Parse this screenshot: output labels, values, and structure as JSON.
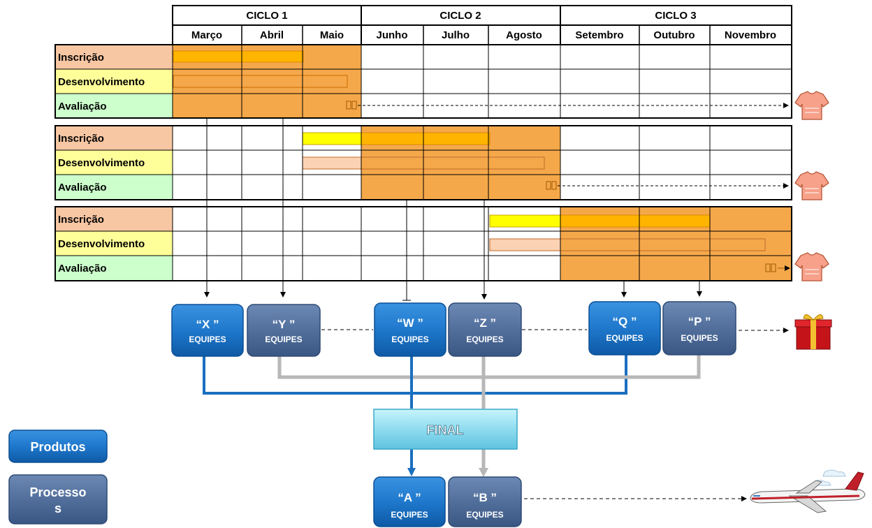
{
  "cycles": [
    "CICLO 1",
    "CICLO 2",
    "CICLO 3"
  ],
  "months": [
    "Março",
    "Abril",
    "Maio",
    "Junho",
    "Julho",
    "Agosto",
    "Setembro",
    "Outubro",
    "Novembro"
  ],
  "phases": [
    "Inscrição",
    "Desenvolvimento",
    "Avaliação"
  ],
  "teams": [
    {
      "letter": "“X ”",
      "label": "EQUIPES"
    },
    {
      "letter": "“Y ”",
      "label": "EQUIPES"
    },
    {
      "letter": "“W ”",
      "label": "EQUIPES"
    },
    {
      "letter": "“Z ”",
      "label": "EQUIPES"
    },
    {
      "letter": "“Q ”",
      "label": "EQUIPES"
    },
    {
      "letter": "“P ”",
      "label": "EQUIPES"
    }
  ],
  "final_label": "FINAL",
  "final_teams": [
    {
      "letter": "“A ”",
      "label": "EQUIPES"
    },
    {
      "letter": "“B ”",
      "label": "EQUIPES"
    }
  ],
  "legend": {
    "products": "Produtos",
    "processes_line1": "Processo",
    "processes_line2": "s"
  },
  "colors": {
    "inscricao": "#f7c6a3",
    "desenvolvimento": "#ffff99",
    "avaliacao": "#ccffcc",
    "cycle_shade": "#f5a84a",
    "bar_orange": "#ffb400",
    "bar_yellow": "#ffff00",
    "bar_peach": "#fbd2b3",
    "blue_box": "#1a6fc0",
    "slate_box": "#4a6a9a",
    "final_box": "#9fe6f5"
  },
  "icons": [
    "shirt-icon",
    "gift-icon",
    "airplane-icon"
  ]
}
